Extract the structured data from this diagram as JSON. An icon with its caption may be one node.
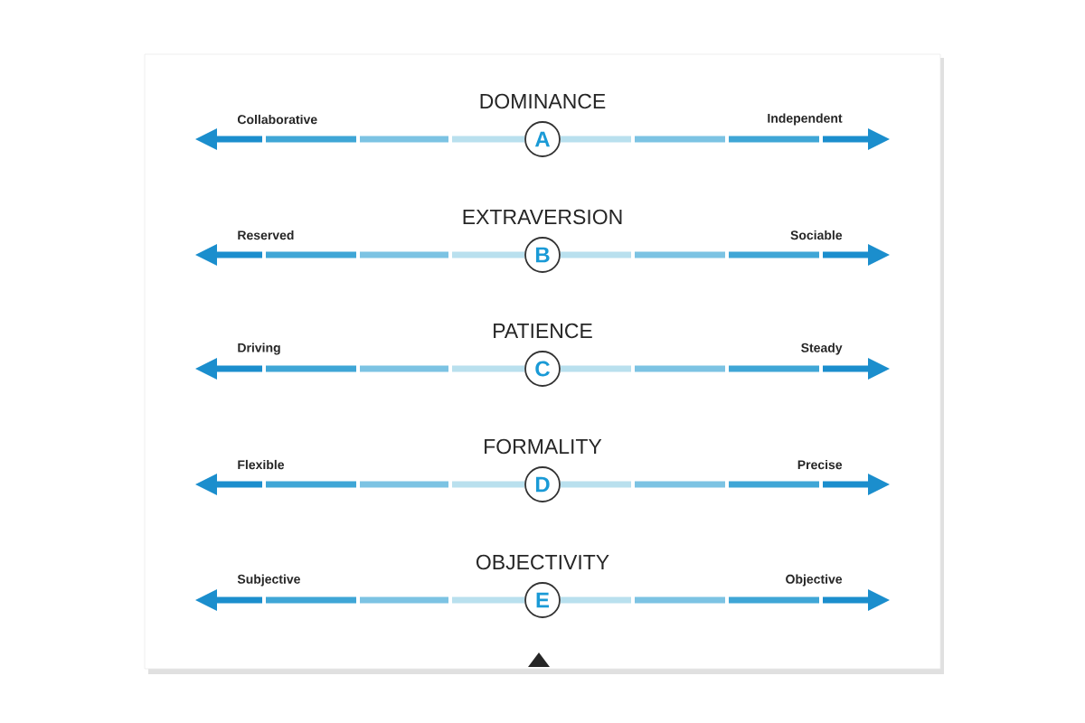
{
  "diagram": {
    "nodes": [
      {
        "text": [
          "A"
        ],
        "beside": [
          "DOMINANCE"
        ]
      },
      {
        "text": [
          "B"
        ],
        "beside": [
          "EXTRAVERSION"
        ]
      },
      {
        "text": [
          "C"
        ],
        "beside": [
          "PATIENCE"
        ]
      },
      {
        "text": [
          "D"
        ],
        "beside": [
          "FORMALITY"
        ]
      },
      {
        "text": [
          "E"
        ],
        "beside": [
          "OBJECTIVITY"
        ]
      }
    ],
    "labels": [
      "Collaborative",
      "Independent",
      "Reserved",
      "Sociable",
      "Driving",
      "Steady",
      "Flexible",
      "Precise",
      "Subjective",
      "Objective"
    ]
  }
}
